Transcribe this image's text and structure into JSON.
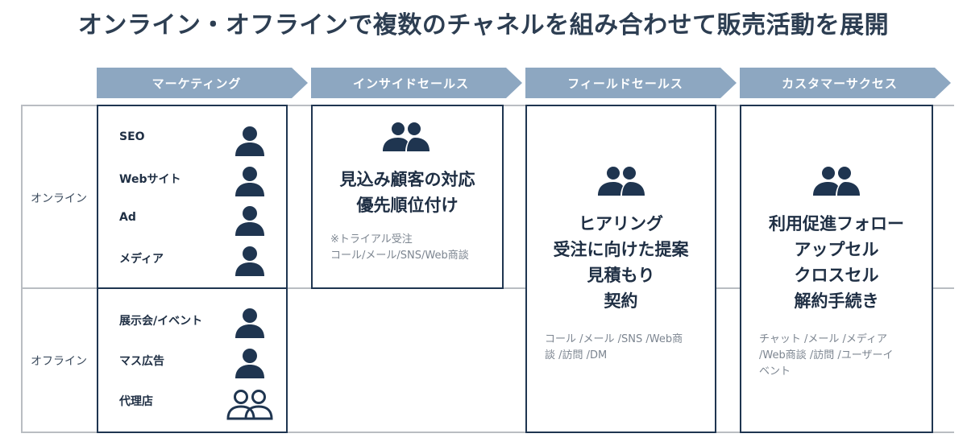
{
  "title": "オンライン・オフラインで複数のチャネルを組み合わせて販売活動を展開",
  "stages": [
    "マーケティング",
    "インサイドセールス",
    "フィールドセールス",
    "カスタマーサクセス"
  ],
  "rows": {
    "online": "オンライン",
    "offline": "オフライン"
  },
  "marketing": {
    "online_items": [
      "SEO",
      "Webサイト",
      "Ad",
      "メディア"
    ],
    "offline_items": [
      "展示会/イベント",
      "マス広告",
      "代理店"
    ]
  },
  "inside_sales": {
    "lines": [
      "見込み顧客の対応",
      "優先順位付け"
    ],
    "note_lines": [
      "※トライアル受注",
      "コール/メール/SNS/Web商談"
    ]
  },
  "field_sales": {
    "lines": [
      "ヒアリング",
      "受注に向けた提案",
      "見積もり",
      "契約"
    ],
    "note_lines": [
      "コール /メール /SNS /Web商",
      "談 /訪問 /DM"
    ]
  },
  "customer_success": {
    "lines": [
      "利用促進フォロー",
      "アップセル",
      "クロスセル",
      "解約手続き"
    ],
    "note_lines": [
      "チャット /メール /メディア",
      "/Web商談 /訪問 /ユーザーイ",
      "ベント"
    ]
  },
  "colors": {
    "navy": "#1f3550",
    "arrow": "#8da7c1",
    "grid": "#b9bdc2"
  },
  "icons": {
    "person": "person-icon",
    "group": "people-group-icon",
    "agency": "people-outline-icon"
  }
}
